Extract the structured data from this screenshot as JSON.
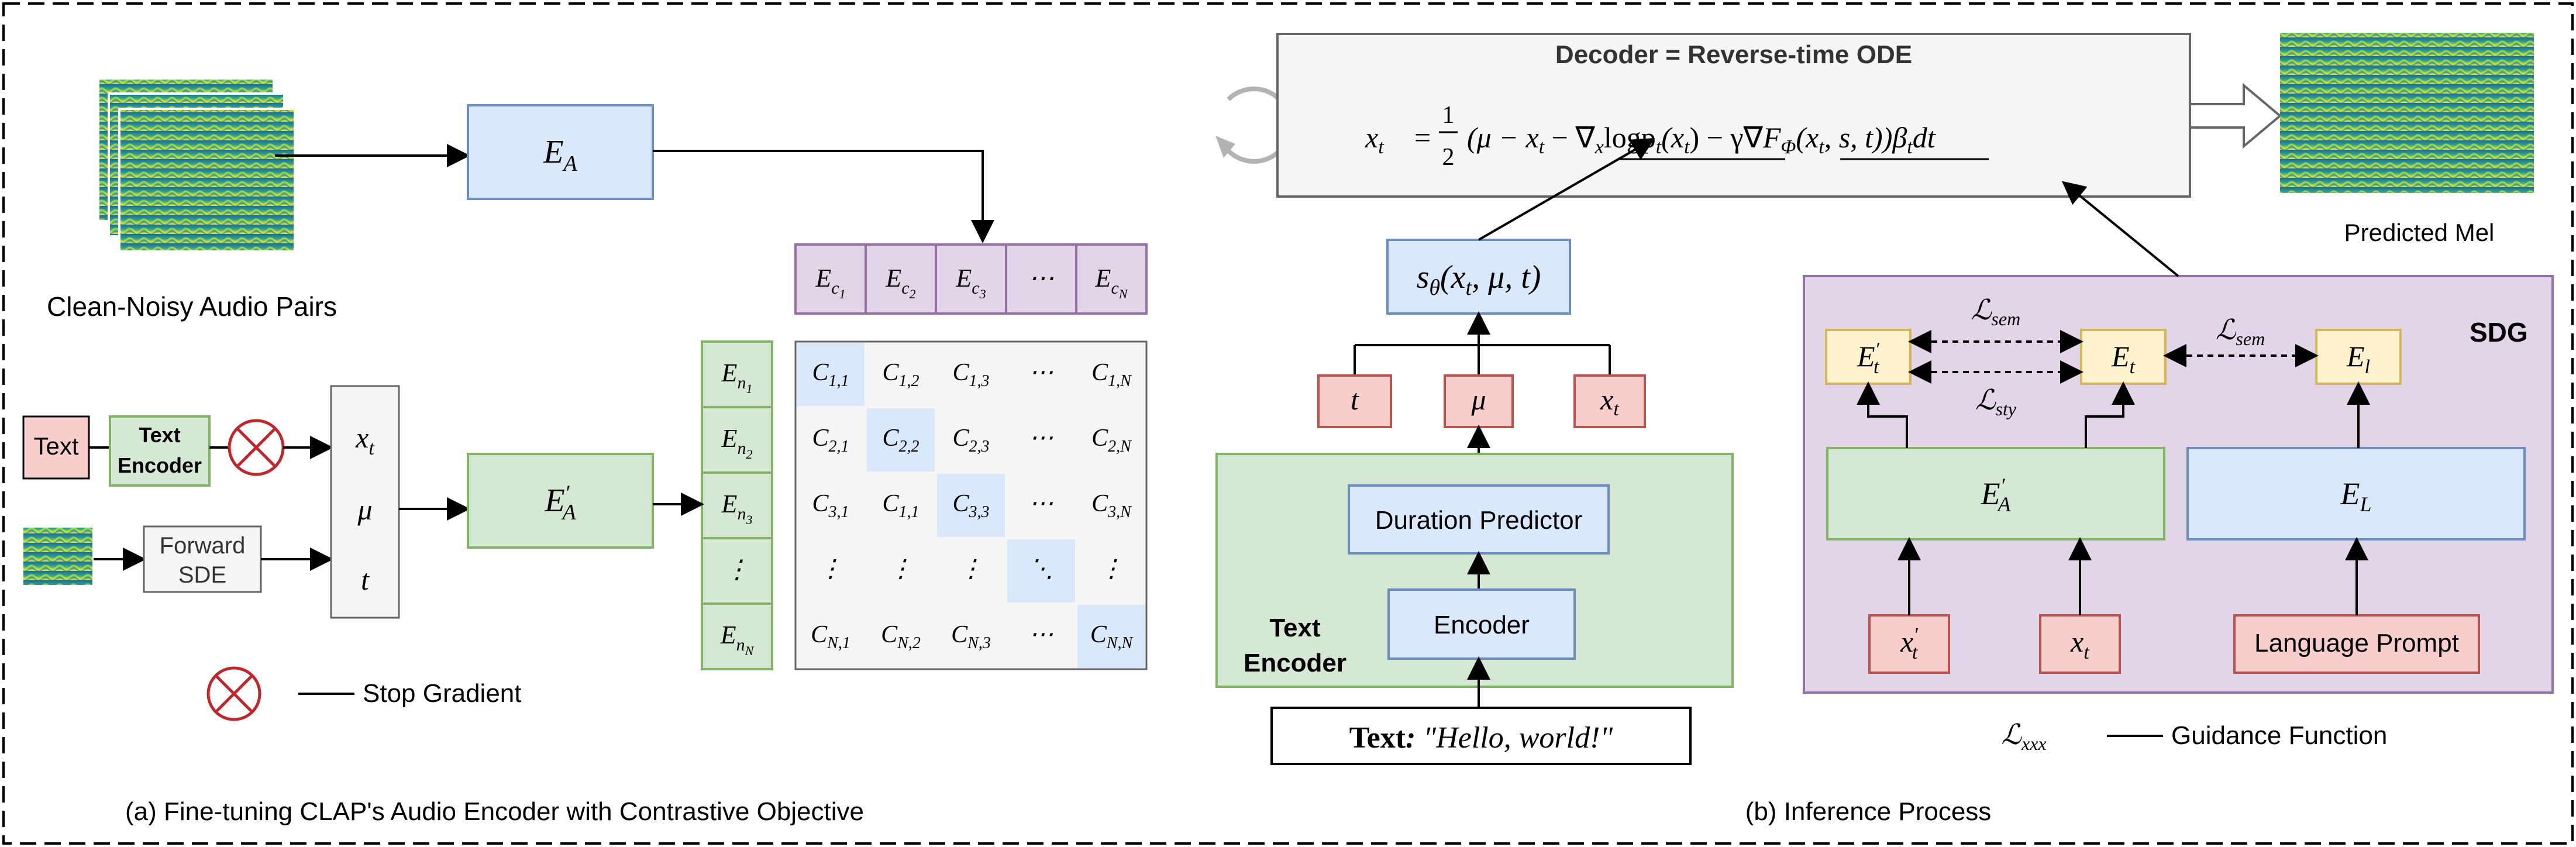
{
  "panel_a": {
    "caption": "(a) Fine-tuning CLAP's Audio Encoder with Contrastive Objective",
    "audio_pairs_label": "Clean-Noisy Audio Pairs",
    "audio_encoder": {
      "base": "E",
      "sub": "A"
    },
    "finetuned_encoder": {
      "base": "E",
      "prime": "′",
      "sub": "A"
    },
    "text_box": "Text",
    "text_encoder_line1": "Text",
    "text_encoder_line2": "Encoder",
    "forward_sde_line1": "Forward",
    "forward_sde_line2": "SDE",
    "stack_xt": "x",
    "stack_xt_sub": "t",
    "stack_mu": "μ",
    "stack_t": "t",
    "legend_stop_gradient": "Stop Gradient",
    "clean_embeddings": [
      {
        "base": "E",
        "sub": "c",
        "subsub": "1"
      },
      {
        "base": "E",
        "sub": "c",
        "subsub": "2"
      },
      {
        "base": "E",
        "sub": "c",
        "subsub": "3"
      },
      {
        "base": "⋯",
        "sub": "",
        "subsub": ""
      },
      {
        "base": "E",
        "sub": "c",
        "subsub": "N"
      }
    ],
    "noisy_embeddings": [
      {
        "base": "E",
        "sub": "n",
        "subsub": "1"
      },
      {
        "base": "E",
        "sub": "n",
        "subsub": "2"
      },
      {
        "base": "E",
        "sub": "n",
        "subsub": "3"
      },
      {
        "base": "⋮",
        "sub": "",
        "subsub": ""
      },
      {
        "base": "E",
        "sub": "n",
        "subsub": "N"
      }
    ],
    "similarity_matrix": [
      [
        {
          "b": "C",
          "s": "1,1"
        },
        {
          "b": "C",
          "s": "1,2"
        },
        {
          "b": "C",
          "s": "1,3"
        },
        {
          "b": "⋯",
          "s": ""
        },
        {
          "b": "C",
          "s": "1,N"
        }
      ],
      [
        {
          "b": "C",
          "s": "2,1"
        },
        {
          "b": "C",
          "s": "2,2"
        },
        {
          "b": "C",
          "s": "2,3"
        },
        {
          "b": "⋯",
          "s": ""
        },
        {
          "b": "C",
          "s": "2,N"
        }
      ],
      [
        {
          "b": "C",
          "s": "3,1"
        },
        {
          "b": "C",
          "s": "1,1"
        },
        {
          "b": "C",
          "s": "3,3"
        },
        {
          "b": "⋯",
          "s": ""
        },
        {
          "b": "C",
          "s": "3,N"
        }
      ],
      [
        {
          "b": "⋮",
          "s": ""
        },
        {
          "b": "⋮",
          "s": ""
        },
        {
          "b": "⋮",
          "s": ""
        },
        {
          "b": "⋱",
          "s": ""
        },
        {
          "b": "⋮",
          "s": ""
        }
      ],
      [
        {
          "b": "C",
          "s": "N,1"
        },
        {
          "b": "C",
          "s": "N,2"
        },
        {
          "b": "C",
          "s": "N,3"
        },
        {
          "b": "⋯",
          "s": ""
        },
        {
          "b": "C",
          "s": "N,N"
        }
      ]
    ]
  },
  "panel_b": {
    "caption": "(b) Inference Process",
    "decoder_title": "Decoder = Reverse-time ODE",
    "ode": {
      "lhs": "x",
      "lhs_sub": "t",
      "equals": "=",
      "frac_num": "1",
      "frac_den": "2",
      "open": "(μ − x",
      "open_sub": "t",
      "minus": " − ",
      "score_grad": "∇",
      "score_grad_sub": "x",
      "score_body": "logp",
      "score_body_sub": "t",
      "score_arg": "(x",
      "score_arg_sub": "t",
      "score_close": ")",
      "guidance_pre": " − γ∇",
      "guidance_F": "F",
      "guidance_F_sub": "Φ",
      "guidance_arg": "(x",
      "guidance_arg_sub": "t",
      "guidance_rest": ", s, t)",
      "close": ")β",
      "close_sub": "t",
      "dt": "dt"
    },
    "predicted_mel_label": "Predicted Mel",
    "score_model": {
      "s": "s",
      "sub": "θ",
      "args": "(x",
      "args_sub": "t",
      "args_rest": ", μ, t)"
    },
    "inputs": {
      "t": "t",
      "mu": "μ",
      "xt": "x",
      "xt_sub": "t"
    },
    "duration_predictor": "Duration Predictor",
    "encoder": "Encoder",
    "text_encoder_line1": "Text",
    "text_encoder_line2": "Encoder",
    "text_input_bold": "Text",
    "text_input_colon": ":",
    "text_input_value": " \"Hello, world!\"",
    "sdg_label": "SDG",
    "sdg": {
      "et_prime": {
        "base": "E",
        "prime": "′",
        "sub": "t"
      },
      "et": {
        "base": "E",
        "sub": "t"
      },
      "el": {
        "base": "E",
        "sub": "l"
      },
      "ea_prime": {
        "base": "E",
        "prime": "′",
        "sub": "A"
      },
      "el_big": {
        "base": "E",
        "sub": "L"
      },
      "xt_prime": {
        "base": "x",
        "prime": "′",
        "sub": "t"
      },
      "xt": {
        "base": "x",
        "sub": "t"
      },
      "language_prompt": "Language Prompt",
      "loss_sem_1": {
        "base": "ℒ",
        "sub": "sem"
      },
      "loss_sty": {
        "base": "ℒ",
        "sub": "sty"
      },
      "loss_sem_2": {
        "base": "ℒ",
        "sub": "sem"
      }
    },
    "legend_loss": {
      "base": "ℒ",
      "sub": "xxx"
    },
    "legend_guidance": "Guidance Function"
  },
  "colors": {
    "blue_fill": "#dae8fc",
    "blue_stroke": "#6c8ebf",
    "green_fill": "#d5e8d4",
    "green_stroke": "#82b366",
    "red_fill": "#f8cecc",
    "red_stroke": "#b85450",
    "yellow_fill": "#fff2cc",
    "yellow_stroke": "#d6b656",
    "purple_fill": "#e1d5e7",
    "purple_stroke": "#9673a6",
    "grey_fill": "#f5f5f5",
    "grey_stroke": "#666666",
    "stop_gradient": "#c0272d"
  }
}
